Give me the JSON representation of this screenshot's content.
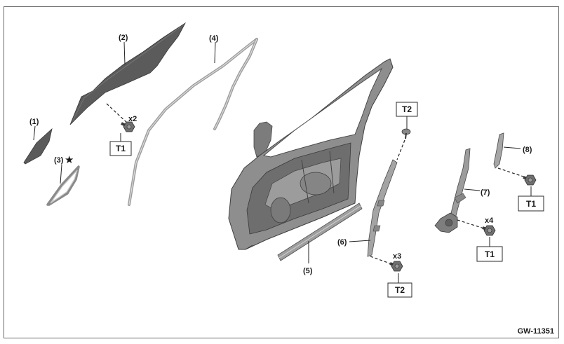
{
  "callouts": {
    "c1": "(1)",
    "c2": "(2)",
    "c3": "(3)",
    "c3_symbol": "★",
    "c4": "(4)",
    "c5": "(5)",
    "c6": "(6)",
    "c7": "(7)",
    "c8": "(8)"
  },
  "quantities": {
    "bolt_glass": "x2",
    "bolt_guide": "x3",
    "bolt_regulator": "x4"
  },
  "torque_codes": {
    "glass_bolt": "T1",
    "guide_top_clip": "T2",
    "guide_bottom_bolt": "T2",
    "regulator_bolt": "T1",
    "rear_sash_bolt": "T1"
  },
  "figure_id": "GW-11351",
  "colors": {
    "glass": "#5b5b5b",
    "door_panel": "#8e8e8e",
    "weatherstrip": "#a8a8a8",
    "frame_border": "#6b6b6b"
  }
}
